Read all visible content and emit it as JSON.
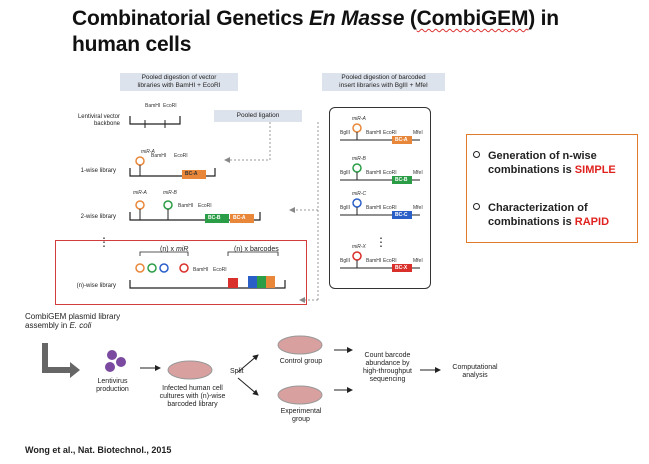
{
  "title": {
    "line1_a": "Combinatorial Genetics ",
    "line1_em": "En Masse",
    "line1_b": " (",
    "line1_c": "CombiGEM",
    "line1_d": ") in",
    "line2": "human cells"
  },
  "vector_panel": {
    "header": [
      "Pooled digestion of vector",
      "libraries with BamHI + EcoRI"
    ],
    "backbone_label": [
      "Lentiviral vector",
      "backbone"
    ],
    "one_wise": "1-wise library",
    "two_wise": "2-wise library",
    "n_wise": "(n)-wise library",
    "ligation": "Pooled ligation",
    "n_mir": "(n) x ",
    "mir_word": "miR",
    "n_barcodes": "(n) x barcodes",
    "mir_a": "miR-A",
    "mir_b": "miR-B",
    "site_bamhi": "BamHI",
    "site_ecori": "EcoRI",
    "bc_a": "BC-A",
    "bc_b": "BC-B",
    "dots": "⋮"
  },
  "insert_panel": {
    "header": [
      "Pooled digestion of barcoded",
      "insert libraries with BglII + MfeI"
    ],
    "mirs": [
      "miR-A",
      "miR-B",
      "miR-C",
      "miR-X"
    ],
    "bcs": [
      "BC-A",
      "BC-B",
      "BC-C",
      "BC-X"
    ],
    "colors": [
      "#e8873a",
      "#2a9d46",
      "#2a5fc8",
      "#d9302b"
    ],
    "site_bglii": "BglII",
    "site_bamhi": "BamHI",
    "site_ecori": "EcoRI",
    "site_mfei": "MfeI",
    "dots": "⋮"
  },
  "bullets": [
    {
      "lead": "Generation of n-wise combinations is ",
      "highlight": "SIMPLE"
    },
    {
      "lead": "Characterization of combinations is ",
      "highlight": "RAPID"
    }
  ],
  "workflow": {
    "assembly": [
      "CombiGEM plasmid library",
      "assembly in "
    ],
    "assembly_em": "E. coli",
    "lentivirus": [
      "Lentivirus",
      "production"
    ],
    "infected": [
      "Infected human cell",
      "cultures with (n)-wise",
      "barcoded library"
    ],
    "split": "Split",
    "control": "Control group",
    "experimental": [
      "Experimental",
      "group"
    ],
    "count": [
      "Count barcode",
      "abundance by",
      "high-throughput",
      "sequencing"
    ],
    "computational": [
      "Computational",
      "analysis"
    ]
  },
  "citation": "Wong et al., Nat. Biotechnol., 2015",
  "colors": {
    "orange": "#e8873a",
    "green": "#2a9d46",
    "blue": "#2a5fc8",
    "red": "#d9302b",
    "box_orange": "#e07b2b",
    "highlight_red": "#e0221f"
  }
}
